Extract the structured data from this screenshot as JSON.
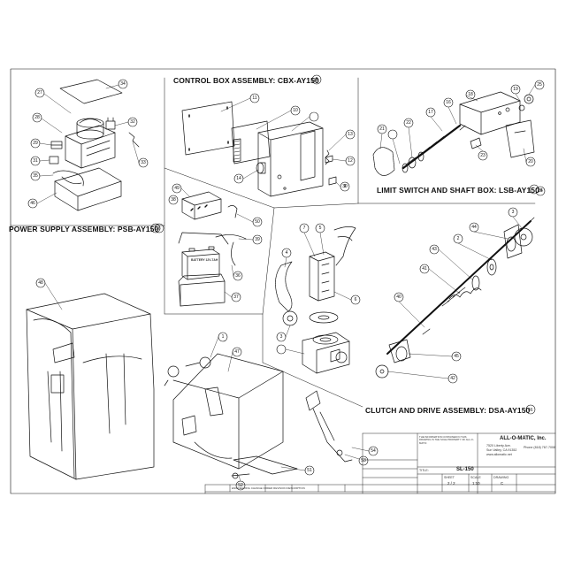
{
  "titles": {
    "control_box": "CONTROL BOX ASSEMBLY: CBX-AY150",
    "control_box_num": "8",
    "limit_switch": "LIMIT SWITCH AND SHAFT BOX: LSB-AY150",
    "limit_switch_num": "15",
    "power_supply": "POWER SUPPLY ASSEMBLY: PSB-AY150",
    "power_supply_num": "26",
    "clutch_drive": "CLUTCH AND DRIVE ASSEMBLY: DSA-AY150",
    "clutch_drive_num": "46"
  },
  "title_block": {
    "company": "ALL-O-MATIC, Inc.",
    "address1": "7520 Liberty Ave.",
    "address2": "Sun Valley, CA 91352",
    "phone": "Phone (818) 767-7008",
    "web": "www.allomatic.net",
    "model": "SL-150",
    "sheet_label": "SHEET",
    "sheet_value": "2 / 2",
    "scale_label": "SCALE",
    "scale_value": "1:10",
    "rev_label": "DRAWING",
    "rev_value": "C",
    "title_label": "TITLE:",
    "notes": "THE INFORMATION CONTAINED IN THIS DRAWING IS THE SOLE PROPERTY OF ALL-O-MATIC",
    "rev_table_header": "ENGINEERING CHANGE ORDER REVISION DESCRIPTION"
  },
  "parts": {
    "control_box": [
      "9",
      "10",
      "11",
      "12",
      "13",
      "14",
      "30",
      "8"
    ],
    "limit_switch": [
      "16",
      "17",
      "18",
      "19",
      "20",
      "21",
      "22",
      "23",
      "24",
      "25"
    ],
    "power_supply": [
      "27",
      "28",
      "29",
      "31",
      "32",
      "33",
      "34",
      "35",
      "46"
    ],
    "battery": [
      "36",
      "37",
      "38",
      "39",
      "49",
      "50"
    ],
    "battery_label": "BATTERY 12V-7AH",
    "clutch": [
      "2",
      "3",
      "40",
      "41",
      "42",
      "43",
      "44",
      "45"
    ],
    "drive": [
      "3",
      "4",
      "5",
      "6",
      "7"
    ],
    "frame": [
      "1",
      "47",
      "48",
      "51",
      "52",
      "53",
      "54"
    ]
  }
}
